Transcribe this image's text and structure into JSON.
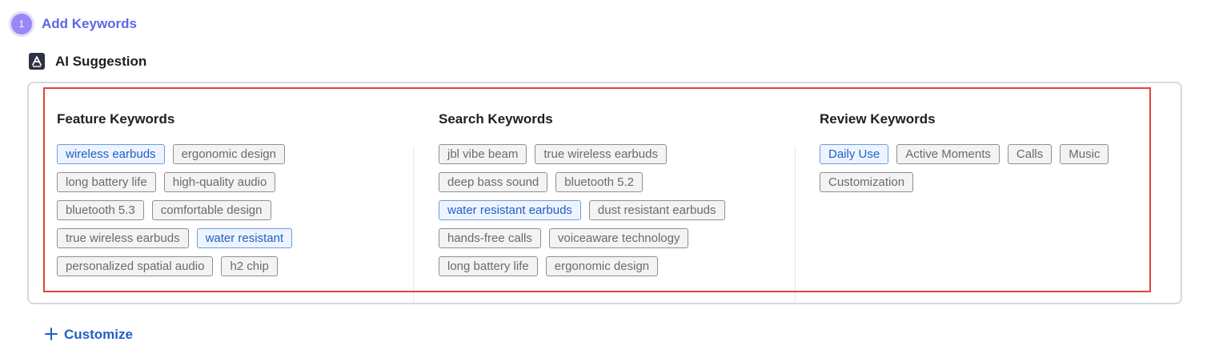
{
  "step": {
    "number": "1",
    "title": "Add Keywords"
  },
  "ai_section": {
    "title": "AI Suggestion",
    "icon": "ai-letter-icon"
  },
  "columns": [
    {
      "title": "Feature Keywords",
      "tags": [
        {
          "label": "wireless earbuds",
          "selected": true
        },
        {
          "label": "ergonomic design",
          "selected": false
        },
        {
          "label": "long battery life",
          "selected": false
        },
        {
          "label": "high-quality audio",
          "selected": false
        },
        {
          "label": "bluetooth 5.3",
          "selected": false
        },
        {
          "label": "comfortable design",
          "selected": false
        },
        {
          "label": "true wireless earbuds",
          "selected": false
        },
        {
          "label": "water resistant",
          "selected": true
        },
        {
          "label": "personalized spatial audio",
          "selected": false
        },
        {
          "label": "h2 chip",
          "selected": false
        }
      ]
    },
    {
      "title": "Search Keywords",
      "tags": [
        {
          "label": "jbl vibe beam",
          "selected": false
        },
        {
          "label": "true wireless earbuds",
          "selected": false
        },
        {
          "label": "deep bass sound",
          "selected": false
        },
        {
          "label": "bluetooth 5.2",
          "selected": false
        },
        {
          "label": "water resistant earbuds",
          "selected": true
        },
        {
          "label": "dust resistant earbuds",
          "selected": false
        },
        {
          "label": "hands-free calls",
          "selected": false
        },
        {
          "label": "voiceaware technology",
          "selected": false
        },
        {
          "label": "long battery life",
          "selected": false
        },
        {
          "label": "ergonomic design",
          "selected": false
        }
      ]
    },
    {
      "title": "Review Keywords",
      "tags": [
        {
          "label": "Daily Use",
          "selected": true
        },
        {
          "label": "Active Moments",
          "selected": false
        },
        {
          "label": "Calls",
          "selected": false
        },
        {
          "label": "Music",
          "selected": false
        },
        {
          "label": "Customization",
          "selected": false
        }
      ]
    }
  ],
  "customize": {
    "label": "Customize",
    "icon": "plus-icon"
  },
  "colors": {
    "accent": "#5b67e8",
    "selected_tag": "#1f5fc7",
    "highlight_border": "#e0443a"
  }
}
